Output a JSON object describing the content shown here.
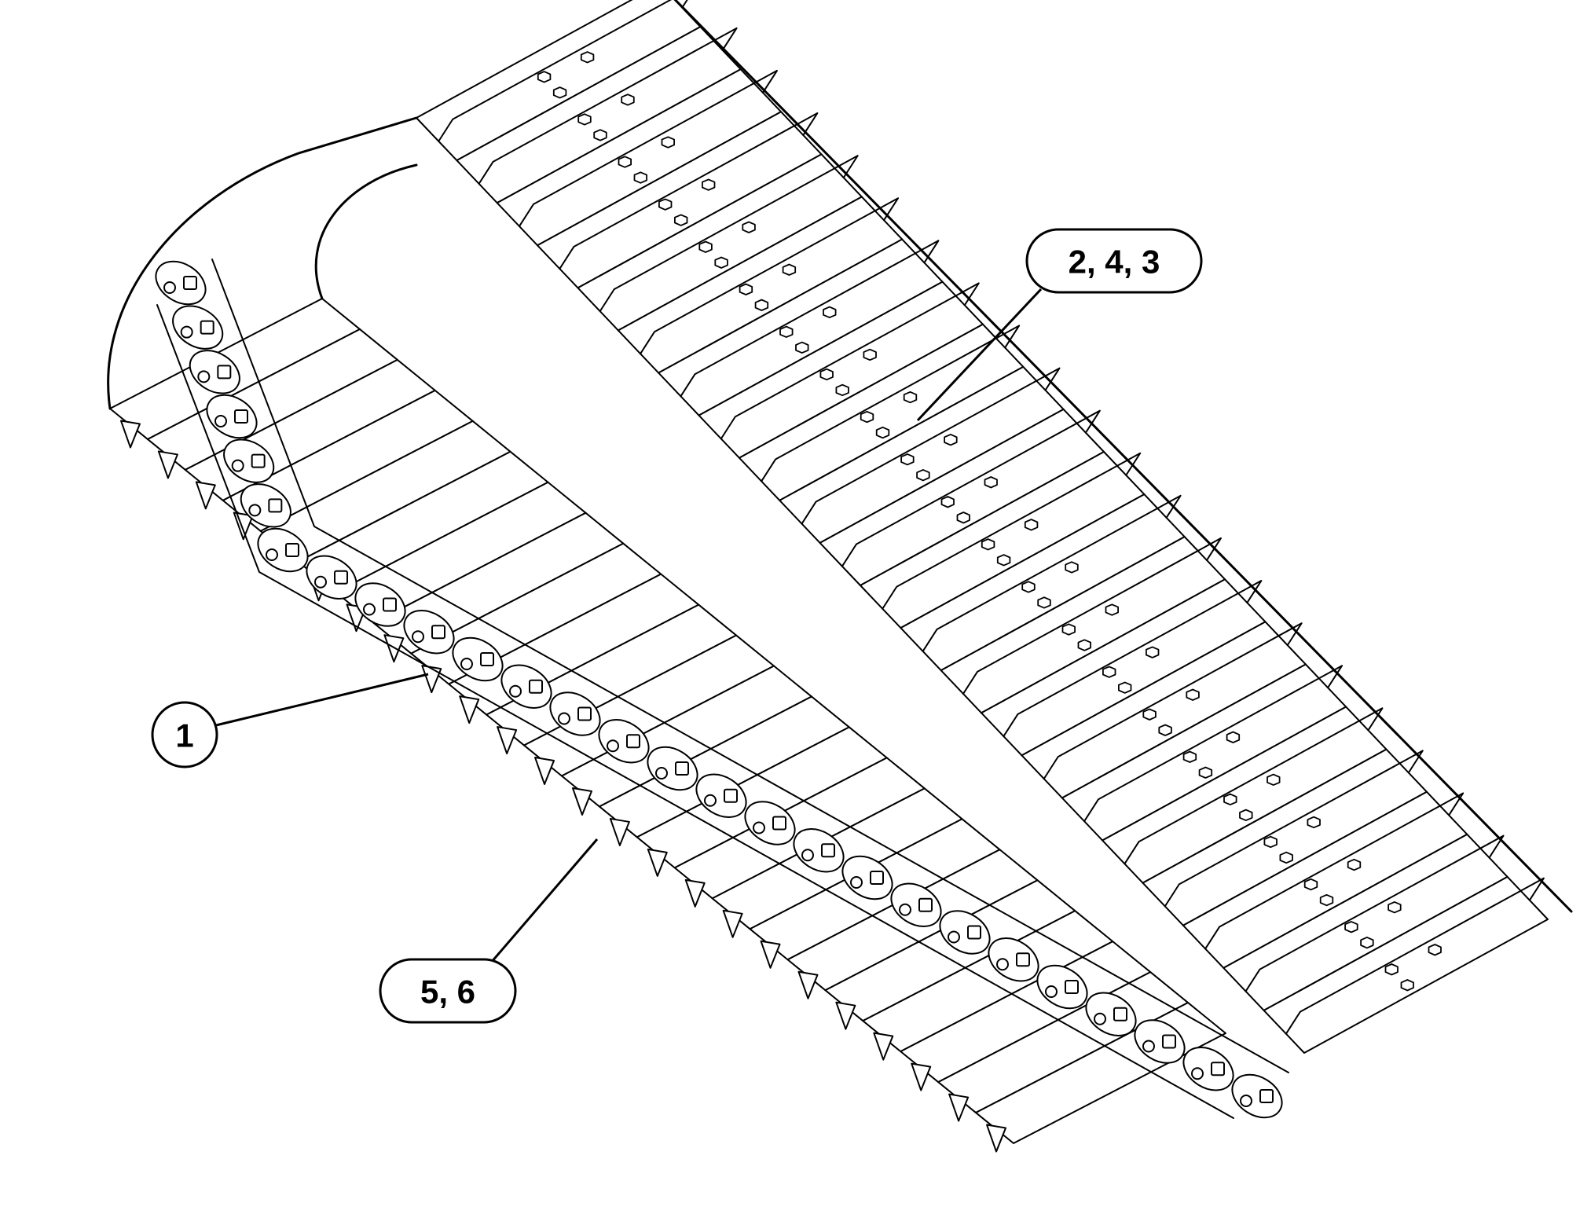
{
  "callouts": [
    {
      "id": "callout-1",
      "label": "1"
    },
    {
      "id": "callout-2-4-3",
      "label": "2, 4, 3"
    },
    {
      "id": "callout-5-6",
      "label": "5, 6"
    }
  ],
  "colors": {
    "line": "#000000",
    "fill": "#ffffff"
  }
}
